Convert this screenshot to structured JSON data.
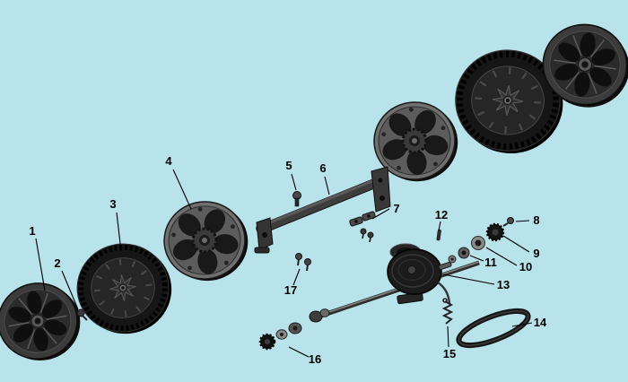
{
  "page": {
    "kind": "exploded-parts-diagram",
    "background_color": "#b9e3ea"
  },
  "colors": {
    "background": "#b9e3ea",
    "part_black": "#141414",
    "part_dark_gray": "#3d3d3d",
    "part_mid_gray": "#6f6f6f",
    "part_light_gray": "#8a8a8a",
    "callout_text": "#000000",
    "leader_line": "#000000"
  },
  "callouts": [
    "1",
    "2",
    "3",
    "4",
    "5",
    "6",
    "7",
    "8",
    "9",
    "10",
    "11",
    "12",
    "13",
    "14",
    "15",
    "16",
    "17"
  ]
}
